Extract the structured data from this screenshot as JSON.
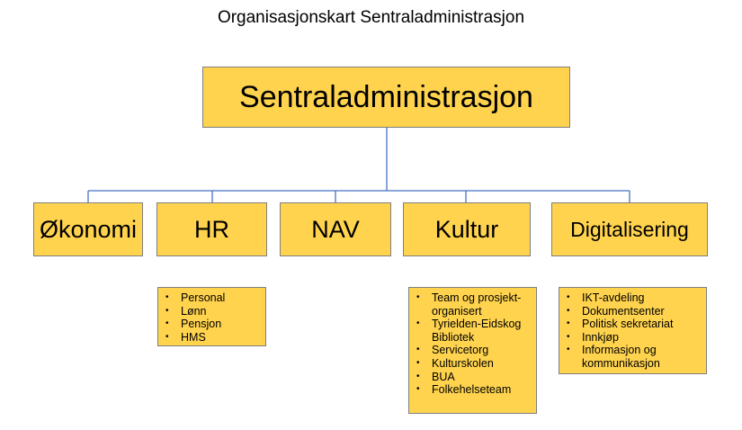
{
  "title": "Organisasjonskart Sentraladministrasjon",
  "root": {
    "label": "Sentraladministrasjon"
  },
  "departments": [
    {
      "label": "Økonomi"
    },
    {
      "label": "HR"
    },
    {
      "label": "NAV"
    },
    {
      "label": "Kultur"
    },
    {
      "label": "Digitalisering"
    }
  ],
  "lists": {
    "hr": [
      "Personal",
      "Lønn",
      "Pensjon",
      "HMS"
    ],
    "kultur": [
      "Team og prosjekt-organisert",
      "Tyrielden-Eidskog Bibliotek",
      "Servicetorg",
      "Kulturskolen",
      "BUA",
      "Folkehelseteam"
    ],
    "digitalisering": [
      "IKT-avdeling",
      "Dokumentsenter",
      "Politisk  sekretariat",
      "Innkjøp",
      "Informasjon og kommunikasjon"
    ]
  },
  "colors": {
    "box_fill": "#FFD34E",
    "box_border": "#7F7F7F",
    "connector": "#4472C4"
  }
}
